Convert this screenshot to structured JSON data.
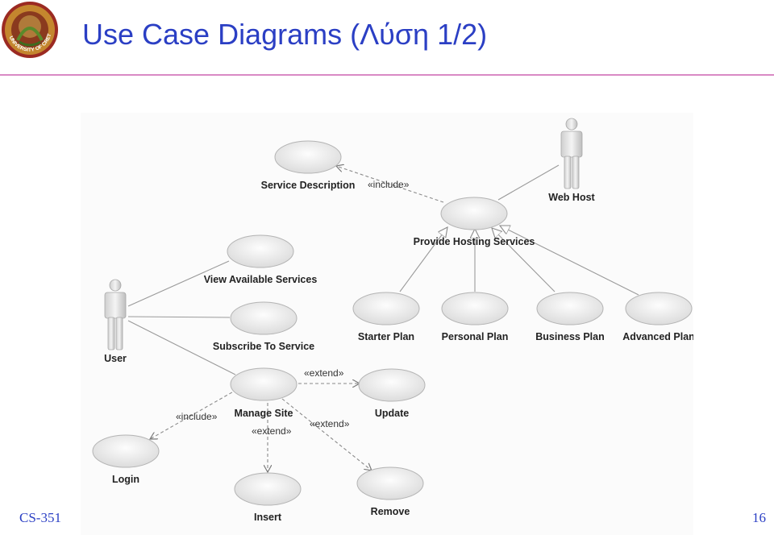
{
  "slide": {
    "title": "Use Case Diagrams (Λύση 1/2)",
    "footer_left": "CS-351",
    "page_number": "16"
  },
  "logo": {
    "icon": "university-seal-icon",
    "ring_text": "UNIVERSITY OF CRETE"
  },
  "diagram": {
    "actors": [
      {
        "id": "web-host",
        "label": "Web Host"
      },
      {
        "id": "user",
        "label": "User"
      }
    ],
    "use_cases": [
      {
        "id": "service-description",
        "label": "Service Description"
      },
      {
        "id": "provide-hosting-services",
        "label": "Provide Hosting Services"
      },
      {
        "id": "view-available-services",
        "label": "View Available Services"
      },
      {
        "id": "subscribe-to-service",
        "label": "Subscribe To Service"
      },
      {
        "id": "starter-plan",
        "label": "Starter Plan"
      },
      {
        "id": "personal-plan",
        "label": "Personal Plan"
      },
      {
        "id": "business-plan",
        "label": "Business Plan"
      },
      {
        "id": "advanced-plan",
        "label": "Advanced Plan"
      },
      {
        "id": "manage-site",
        "label": "Manage Site"
      },
      {
        "id": "update",
        "label": "Update"
      },
      {
        "id": "login",
        "label": "Login"
      },
      {
        "id": "insert",
        "label": "Insert"
      },
      {
        "id": "remove",
        "label": "Remove"
      }
    ],
    "relations": [
      {
        "from": "provide-hosting-services",
        "to": "service-description",
        "kind": "include",
        "label": "«include»"
      },
      {
        "from": "manage-site",
        "to": "update",
        "kind": "extend",
        "label": "«extend»"
      },
      {
        "from": "manage-site",
        "to": "login",
        "kind": "include",
        "label": "«include»"
      },
      {
        "from": "manage-site",
        "to": "insert",
        "kind": "extend",
        "label": "«extend»"
      },
      {
        "from": "manage-site",
        "to": "remove",
        "kind": "extend",
        "label": "«extend»"
      }
    ]
  }
}
